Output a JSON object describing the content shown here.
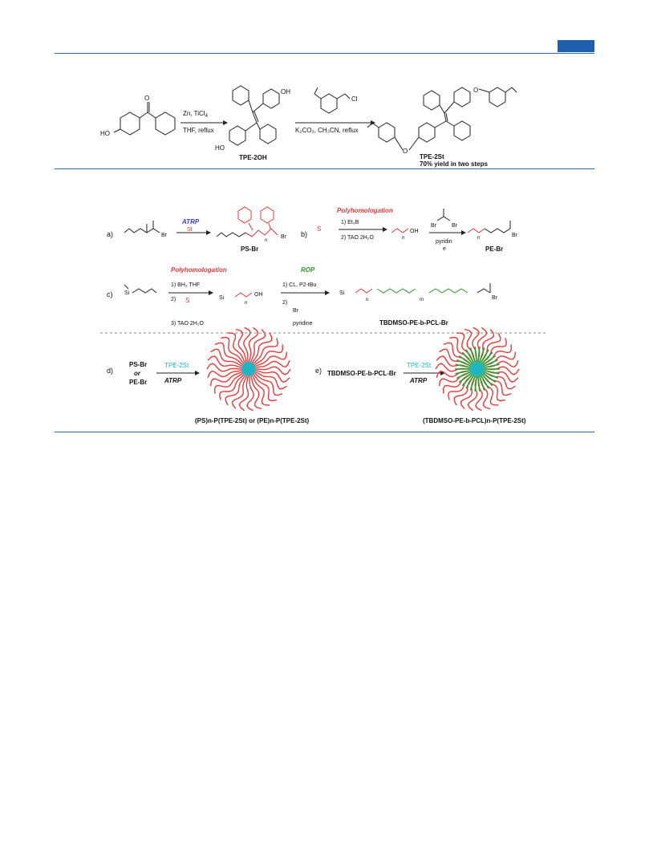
{
  "header": {
    "accent_color": "#1f5fae"
  },
  "scheme1": {
    "reagent_above": "Zn, TiCl",
    "reagent_above_sub": "4",
    "reagent_below": "THF, reflux",
    "product1_label": "TPE-2OH",
    "step2_below": "K₂CO₃, CH₃CN, reflux",
    "product2_label": "TPE-2St",
    "yield_label": "70% yield in two steps",
    "oh": "OH",
    "ho": "HO",
    "cl": "Cl",
    "o": "O"
  },
  "scheme2": {
    "a": {
      "label": "a)",
      "method": "ATRP",
      "reagent": "St",
      "product": "PS-Br",
      "br": "Br",
      "n": "n"
    },
    "b": {
      "label": "b)",
      "method": "Polyhomologation",
      "step1": "1) Et₃B",
      "step2": "2) TAO 2H₂O",
      "reagent_below": "pyridin",
      "reagent_below2": "e",
      "product": "PE-Br",
      "oh": "OH",
      "br": "Br",
      "n": "n"
    },
    "c": {
      "label": "c)",
      "method1": "Polyhomologation",
      "step1": "1) BH₃ THF",
      "step2": "2)",
      "step3": "3) TAO 2H₂O",
      "si": "Si",
      "oh": "OH",
      "method2": "ROP",
      "rop_step1": "1) CL, P2-tBu",
      "rop_step2": "2)",
      "rop_reagent": "pyridine",
      "product": "TBDMSO-PE-b-PCL-Br",
      "br": "Br",
      "n": "n",
      "m": "m"
    },
    "d": {
      "label": "d)",
      "input1": "PS-Br",
      "or": "or",
      "input2": "PE-Br",
      "reagent": "TPE-2St",
      "method": "ATRP",
      "product": "(PS)n-P(TPE-2St) or (PE)n-P(TPE-2St)"
    },
    "e": {
      "label": "e)",
      "input": "TBDMSO-PE-b-PCL-Br",
      "reagent": "TPE-2St",
      "method": "ATRP",
      "product": "(TBDMSO-PE-b-PCL)n-P(TPE-2St)"
    }
  }
}
